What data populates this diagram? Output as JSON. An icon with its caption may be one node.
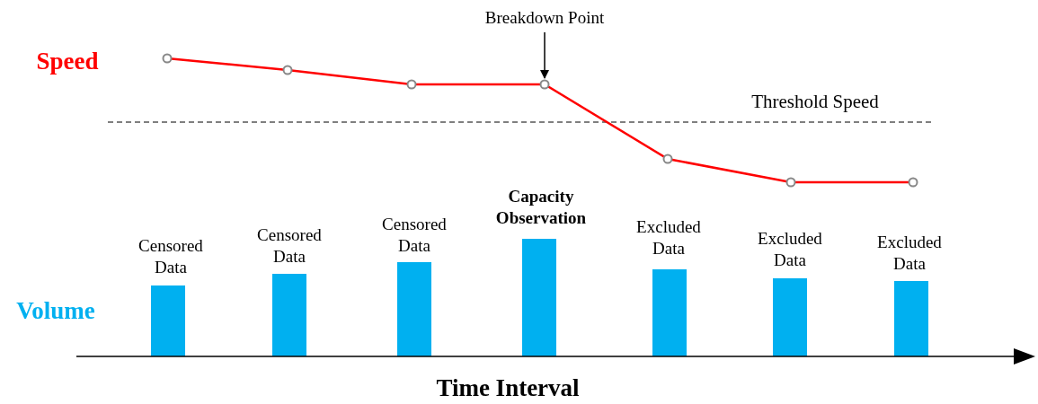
{
  "diagram": {
    "nodes": [
      {
        "text": [
          "Breakdown Point"
        ]
      },
      {
        "text": [],
        "shape": "circle"
      }
    ],
    "edges": [
      {
        "from": 0,
        "to": 1,
        "arrow": "to"
      }
    ],
    "labels": [
      "Speed",
      "Threshold Speed",
      "Censored Data",
      "Censored Data",
      "Censored Data",
      "Capacity Observation",
      "Excluded Data",
      "Excluded Data",
      "Excluded Data",
      "Volume",
      "Time Interval"
    ]
  }
}
